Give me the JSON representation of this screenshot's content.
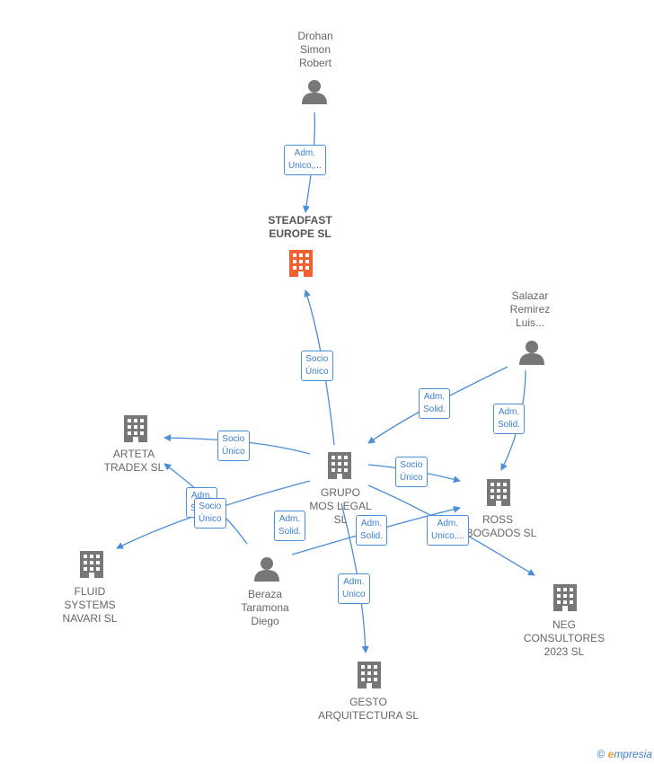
{
  "nodes": {
    "drohan": {
      "label": "Drohan\nSimon\nRobert",
      "kind": "person"
    },
    "steadfast": {
      "label": "STEADFAST\nEUROPE  SL",
      "kind": "company-focus"
    },
    "salazar": {
      "label": "Salazar\nRemirez\nLuis...",
      "kind": "person"
    },
    "arteta": {
      "label": "ARTETA\nTRADEX  SL",
      "kind": "company"
    },
    "grupo": {
      "label": "GRUPO\nMOS LEGAL\nSL",
      "kind": "company"
    },
    "ross": {
      "label": "ROSS\nABOGADOS SL",
      "kind": "company"
    },
    "fluid": {
      "label": "FLUID\nSYSTEMS\nNAVARI  SL",
      "kind": "company"
    },
    "beraza": {
      "label": "Beraza\nTaramona\nDiego",
      "kind": "person"
    },
    "neg": {
      "label": "NEG\nCONSULTORES\n2023  SL",
      "kind": "company"
    },
    "gesto": {
      "label": "GESTO\nARQUITECTURA SL",
      "kind": "company"
    }
  },
  "edges": {
    "e1": "Adm.\nUnico,...",
    "e2": "Socio\nÚnico",
    "e3": "Adm.\nSolid.",
    "e4": "Adm.\nSolid.",
    "e5": "Socio\nÚnico",
    "e6": "Socio\nÚnico",
    "e7": "Adm.\nSolid.",
    "e8": "Adm.\nSolid.",
    "e9": "Adm.\nUnico,...",
    "e10": "Adm.\nUnico",
    "e11": "Adm.\nSolid.",
    "e12": "Socio\nÚnico"
  },
  "watermark": {
    "copyright": "©",
    "brand_initial": "e",
    "brand_rest": "mpresia"
  },
  "colors": {
    "edge": "#4a8ed8",
    "node": "#777777",
    "focus": "#f06030"
  }
}
